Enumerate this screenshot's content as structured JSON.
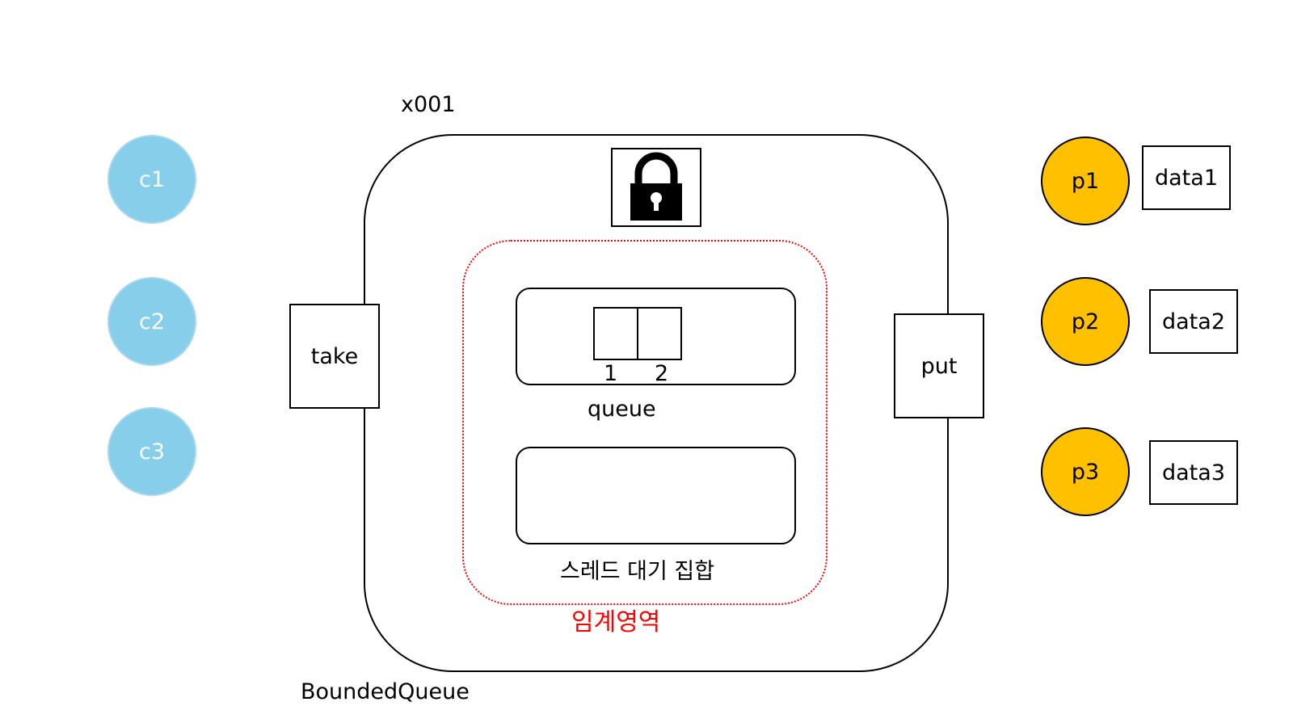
{
  "colors": {
    "consumer_fill": "#87ceeb",
    "producer_fill": "#ffc000",
    "critical_border": "#ff0000",
    "critical_label": "#ff0000"
  },
  "consumers": [
    {
      "label": "c1"
    },
    {
      "label": "c2"
    },
    {
      "label": "c3"
    }
  ],
  "producers": [
    {
      "label": "p1",
      "data": "data1"
    },
    {
      "label": "p2",
      "data": "data2"
    },
    {
      "label": "p3",
      "data": "data3"
    }
  ],
  "bounded_queue": {
    "address": "x001",
    "name": "BoundedQueue",
    "take_label": "take",
    "put_label": "put",
    "lock_icon": "lock-icon",
    "queue_label": "queue",
    "slot_indices": [
      "1",
      "2"
    ],
    "wait_set_label": "스레드 대기 집합",
    "critical_section_label": "임계영역"
  }
}
